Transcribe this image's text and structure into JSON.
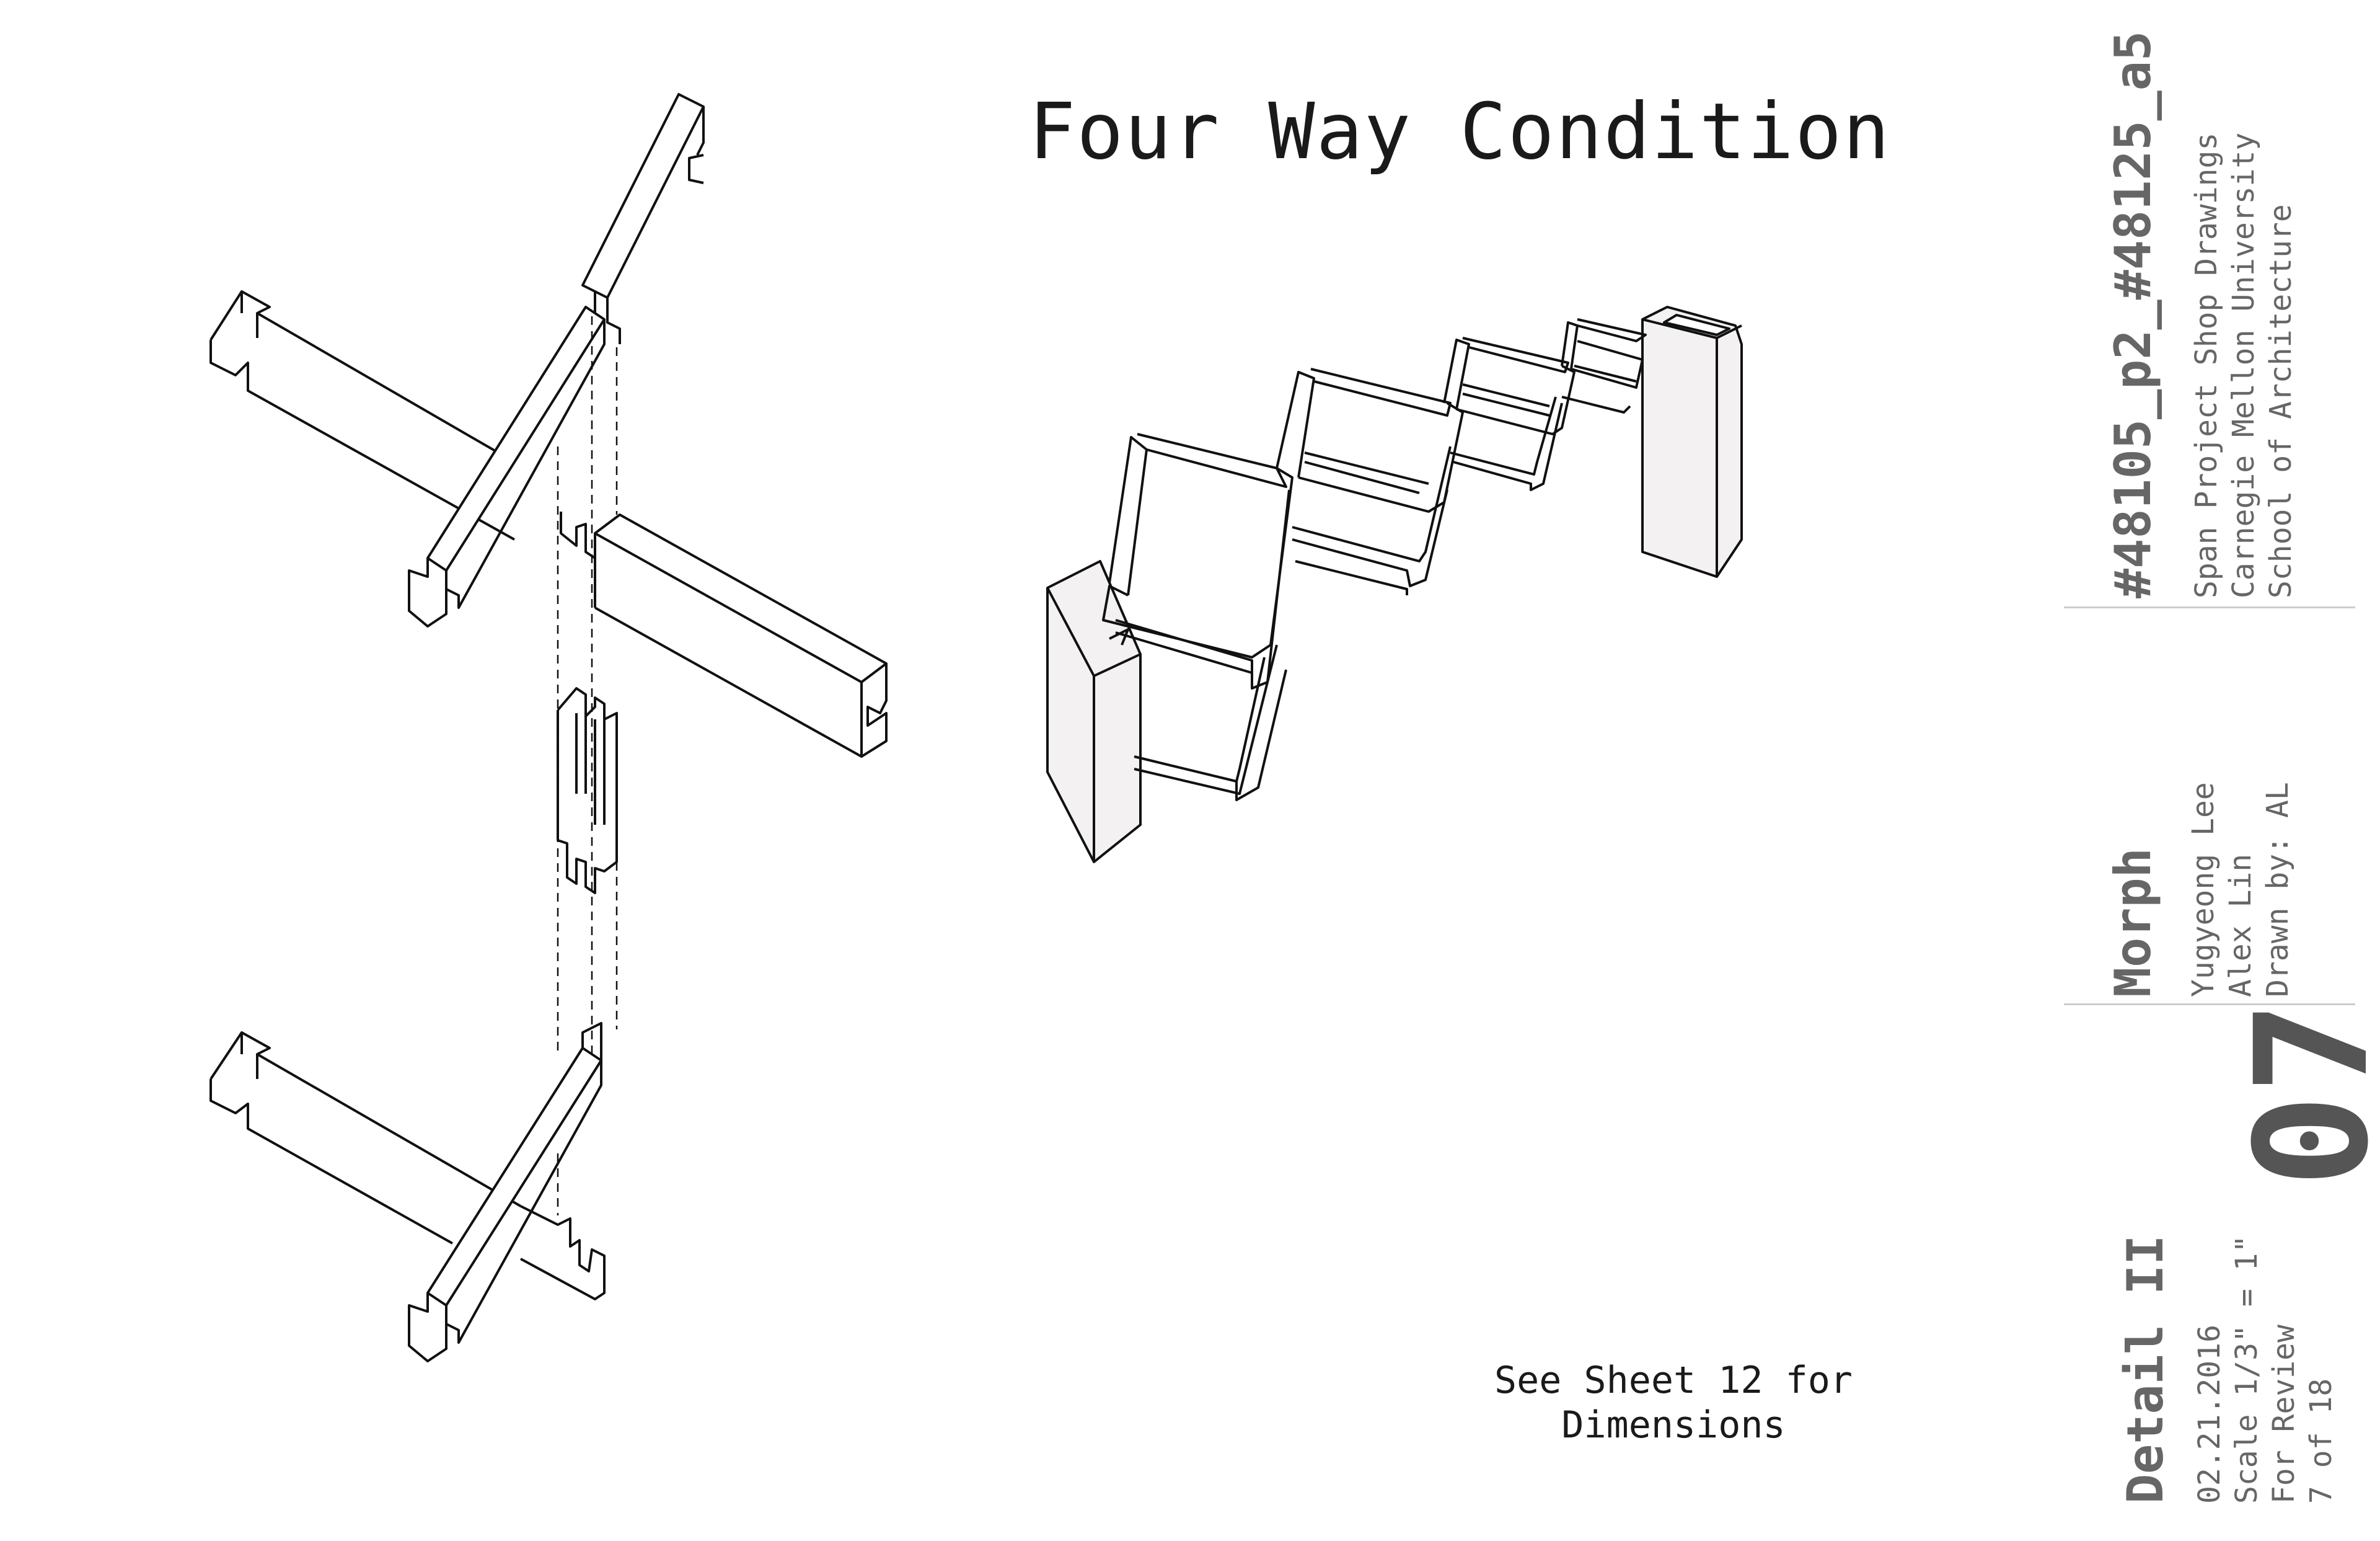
{
  "drawing": {
    "title": "Four Way Condition",
    "note": "See Sheet 12 for\nDimensions"
  },
  "title_block": {
    "project_number": "#48105_p2_#48125_a5",
    "project_lines": "Span Project Shop Drawings\nCarnegie Mellon University\nSchool of Architecture",
    "project_name": "Morph",
    "people_lines": "Yugyeong Lee\nAlex Lin\nDrawn by: AL",
    "sheet_number": "07",
    "sheet_title": "Detail II",
    "sheet_lines": "02.21.2016\nScale 1/3\" = 1\"\nFor Review\n7 of 18"
  },
  "colors": {
    "line": "#111111",
    "title_block_text": "#666666",
    "column_fill": "#f3f1f1"
  }
}
